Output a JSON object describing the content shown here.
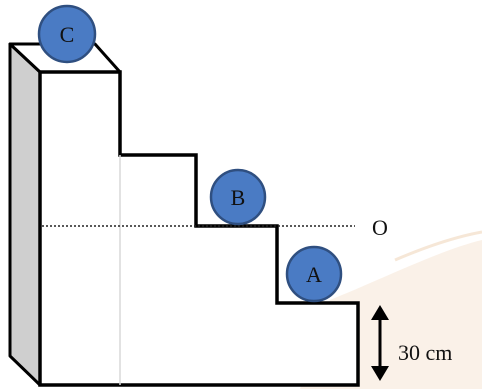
{
  "diagram": {
    "balls": [
      {
        "id": "C",
        "label": "C"
      },
      {
        "id": "B",
        "label": "B"
      },
      {
        "id": "A",
        "label": "A"
      }
    ],
    "reference_line_label": "O",
    "height_label": "30 cm",
    "colors": {
      "ball_fill": "#4a7bc4",
      "ball_stroke": "#2f4f80",
      "side_face": "#cfcfcf",
      "outline": "#000000",
      "watermark": "#f2dcc6"
    }
  }
}
